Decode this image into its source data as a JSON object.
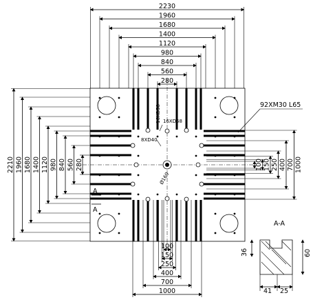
{
  "top_dims": [
    "2230",
    "1960",
    "1680",
    "1400",
    "1120",
    "980",
    "840",
    "560",
    "280"
  ],
  "left_dims": [
    "2210",
    "1960",
    "1680",
    "1400",
    "1120",
    "980",
    "840",
    "560",
    "280"
  ],
  "right_dims": [
    "100",
    "150",
    "250",
    "400",
    "700",
    "1000"
  ],
  "bottom_dims": [
    "100",
    "150",
    "250",
    "400",
    "700",
    "1000"
  ],
  "labels": {
    "holes_16": "16XD58",
    "holes_8": "8XD40",
    "bore": "Ø160",
    "thread": "92XM30 L65",
    "section_mark": "A",
    "section_title": "A-A"
  },
  "section_dims": {
    "h36": "36",
    "h60": "60",
    "w41": "41",
    "w25": "25"
  }
}
